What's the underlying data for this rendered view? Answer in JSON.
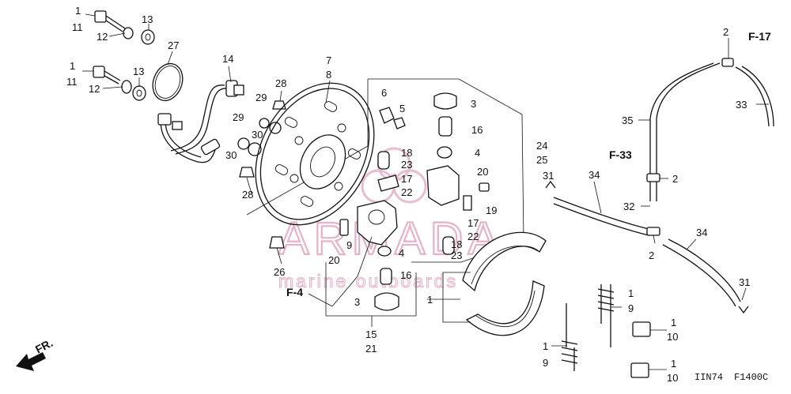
{
  "labels": {
    "n1a": "1",
    "n11a": "11",
    "n12a": "12",
    "n13a": "13",
    "n27": "27",
    "n1b": "1",
    "n11b": "11",
    "n12b": "12",
    "n13b": "13",
    "n14": "14",
    "n28a": "28",
    "n29a": "29",
    "n30a": "30",
    "n29b": "29",
    "n30b": "30",
    "n28b": "28",
    "n7": "7",
    "n8": "8",
    "n6": "6",
    "n5": "5",
    "n3a": "3",
    "n16a": "16",
    "n4a": "4",
    "n18a": "18",
    "n23a": "23",
    "n17a": "17",
    "n22a": "22",
    "n20a": "20",
    "n19a": "19",
    "n17b": "17",
    "n22b": "22",
    "n18b": "18",
    "n23b": "23",
    "n24": "24",
    "n25": "25",
    "n9a": "9",
    "n20b": "20",
    "n4b": "4",
    "n16b": "16",
    "n26": "26",
    "n3b": "3",
    "n15": "15",
    "n21": "21",
    "n1c": "1",
    "n2a": "2",
    "n33": "33",
    "n35": "35",
    "n2b": "2",
    "n31a": "31",
    "n34a": "34",
    "n32": "32",
    "n2c": "2",
    "n34b": "34",
    "n31b": "31",
    "n1d": "1",
    "n9b": "9",
    "n1e": "1",
    "n10a": "10",
    "n1f": "1",
    "n9c": "9",
    "n1g": "1",
    "n10b": "10"
  },
  "refs": {
    "f17": "F-17",
    "f33": "F-33",
    "f4": "F-4",
    "fr": "FR."
  },
  "codes": {
    "left": "IIN74",
    "right": "F1400C"
  },
  "watermark": {
    "main": "ARMADA",
    "sub": "marine outboards"
  },
  "icons": [
    "front-direction-arrow-icon",
    "watermark-logo-icon"
  ]
}
